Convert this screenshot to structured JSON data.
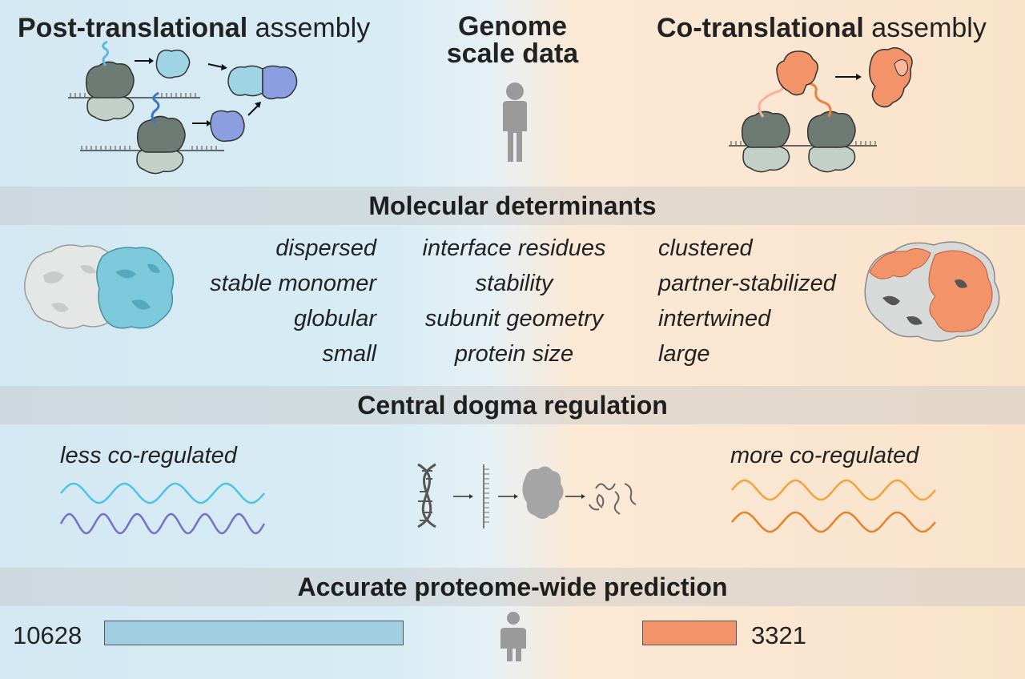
{
  "header": {
    "post": {
      "bold": "Post-translational",
      "rest": " assembly"
    },
    "center": {
      "line1": "Genome",
      "line2": "scale data"
    },
    "co": {
      "bold": "Co-translational",
      "rest": " assembly"
    }
  },
  "sections": {
    "molecular": "Molecular determinants",
    "dogma": "Central dogma regulation",
    "prediction": "Accurate proteome-wide prediction"
  },
  "determinants": {
    "left": [
      "dispersed",
      "stable monomer",
      "globular",
      "small"
    ],
    "center": [
      "interface residues",
      "stability",
      "subunit geometry",
      "protein size"
    ],
    "right": [
      "clustered",
      "partner-stabilized",
      "intertwined",
      "large"
    ]
  },
  "regulation": {
    "left_label": "less co-regulated",
    "right_label": "more co-regulated"
  },
  "prediction": {
    "post_count": "10628",
    "co_count": "3321",
    "post_value": 10628,
    "co_value": 3321
  },
  "colors": {
    "post_light": "#9fd4e4",
    "post_dark": "#8b9ee0",
    "co_orange": "#f2936a",
    "wave_cyan": "#4dc3e6",
    "wave_purple": "#7570c8",
    "wave_orange_light": "#f2a33c",
    "wave_orange_dark": "#e6832a",
    "ribosome_dark": "#6e7a74",
    "ribosome_light": "#c3d0c8"
  }
}
